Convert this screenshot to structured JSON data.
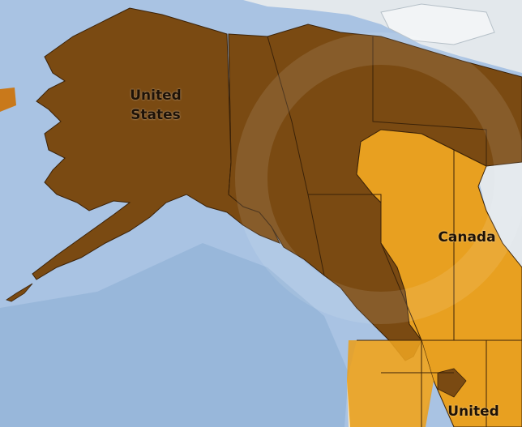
{
  "map": {
    "labels": {
      "us_alaska_line1": "United",
      "us_alaska_line2": "States",
      "canada": "Canada",
      "us_south": "United"
    },
    "legend_colors": {
      "ocean": "#a9c3e3",
      "ocean_deep": "#8fb0d6",
      "land_unshaded": "#e3e8ec",
      "dark_brown_area": "#7a4a12",
      "orange_area": "#e8a020",
      "tan_area": "#f5e3c0",
      "border": "#3b2208"
    }
  }
}
